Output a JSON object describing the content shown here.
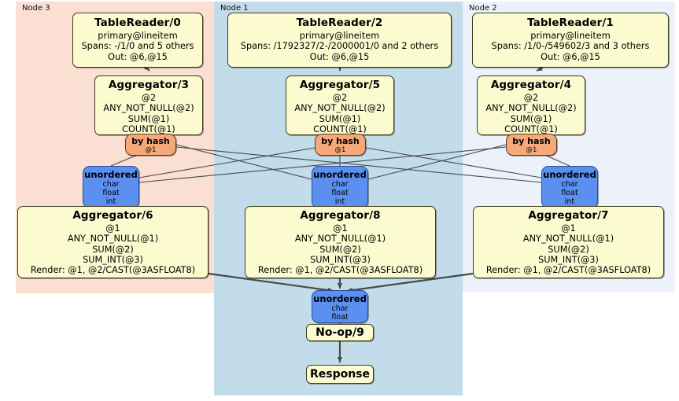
{
  "regions": [
    {
      "id": "node3",
      "label": "Node 3",
      "color": "#fadfd2"
    },
    {
      "id": "node1",
      "label": "Node 1",
      "color": "#c3dcea"
    },
    {
      "id": "node2",
      "label": "Node 2",
      "color": "#edf2fa"
    }
  ],
  "palette": {
    "processor_fill": "#fbfbcf",
    "router_fill": "#f5a97a",
    "stream_fill": "#5b8ff0",
    "edge_stroke": "#4a4a4a",
    "border": "#3d3d1f"
  },
  "nodes": {
    "tablereader0": {
      "title": "TableReader/0",
      "l1": "primary@lineitem",
      "l2": "Spans: -/1/0 and 5 others",
      "l3": "Out: @6,@15"
    },
    "tablereader2": {
      "title": "TableReader/2",
      "l1": "primary@lineitem",
      "l2": "Spans: /1792327/2-/2000001/0 and 2 others",
      "l3": "Out: @6,@15"
    },
    "tablereader1": {
      "title": "TableReader/1",
      "l1": "primary@lineitem",
      "l2": "Spans: /1/0-/549602/3 and 3 others",
      "l3": "Out: @6,@15"
    },
    "aggregator3": {
      "title": "Aggregator/3",
      "l1": "@2",
      "l2": "ANY_NOT_NULL(@2)",
      "l3": "SUM(@1)",
      "l4": "COUNT(@1)"
    },
    "aggregator5": {
      "title": "Aggregator/5",
      "l1": "@2",
      "l2": "ANY_NOT_NULL(@2)",
      "l3": "SUM(@1)",
      "l4": "COUNT(@1)"
    },
    "aggregator4": {
      "title": "Aggregator/4",
      "l1": "@2",
      "l2": "ANY_NOT_NULL(@2)",
      "l3": "SUM(@1)",
      "l4": "COUNT(@1)"
    },
    "byhash0": {
      "title": "by hash",
      "l1": "@1"
    },
    "byhash1": {
      "title": "by hash",
      "l1": "@1"
    },
    "byhash2": {
      "title": "by hash",
      "l1": "@1"
    },
    "unordered0": {
      "title": "unordered",
      "l1": "char",
      "l2": "float",
      "l3": "int"
    },
    "unordered1": {
      "title": "unordered",
      "l1": "char",
      "l2": "float",
      "l3": "int"
    },
    "unordered3": {
      "title": "unordered",
      "l1": "char",
      "l2": "float",
      "l3": "int"
    },
    "unordered_final": {
      "title": "unordered",
      "l1": "char",
      "l2": "float"
    },
    "aggregator6": {
      "title": "Aggregator/6",
      "l1": "@1",
      "l2": "ANY_NOT_NULL(@1)",
      "l3": "SUM(@2)",
      "l4": "SUM_INT(@3)",
      "l5": "Render: @1, @2/CAST(@3ASFLOAT8)"
    },
    "aggregator8": {
      "title": "Aggregator/8",
      "l1": "@1",
      "l2": "ANY_NOT_NULL(@1)",
      "l3": "SUM(@2)",
      "l4": "SUM_INT(@3)",
      "l5": "Render: @1, @2/CAST(@3ASFLOAT8)"
    },
    "aggregator7": {
      "title": "Aggregator/7",
      "l1": "@1",
      "l2": "ANY_NOT_NULL(@1)",
      "l3": "SUM(@2)",
      "l4": "SUM_INT(@3)",
      "l5": "Render: @1, @2/CAST(@3ASFLOAT8)"
    },
    "noop9": {
      "title": "No-op/9"
    },
    "response": {
      "title": "Response"
    }
  }
}
